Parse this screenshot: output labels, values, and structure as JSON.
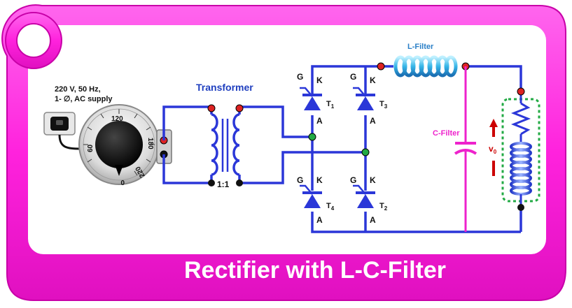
{
  "supply": {
    "line1": "220 V, 50 Hz,",
    "line2": "1- ∅, AC supply"
  },
  "variac_dial": {
    "tick_labels": [
      "120",
      "60",
      "180",
      "0",
      "220"
    ]
  },
  "transformer": {
    "label": "Transformer",
    "ratio": "1:1"
  },
  "thyristors": [
    {
      "gate": "G",
      "cathode": "K",
      "anode": "A",
      "name": "T",
      "sub": "1"
    },
    {
      "gate": "G",
      "cathode": "K",
      "anode": "A",
      "name": "T",
      "sub": "3"
    },
    {
      "gate": "G",
      "cathode": "K",
      "anode": "A",
      "name": "T",
      "sub": "4"
    },
    {
      "gate": "G",
      "cathode": "K",
      "anode": "A",
      "name": "T",
      "sub": "2"
    }
  ],
  "filters": {
    "inductor_label": "L-Filter",
    "capacitor_label": "C-Filter"
  },
  "output": {
    "voltage_symbol": "v",
    "voltage_sub": "0"
  },
  "banner": {
    "title": "Rectifier with L-C-Filter"
  },
  "colors": {
    "frame": "#ff33dd",
    "wire": "#2b37d8",
    "filter_wire": "#ee22cc",
    "inductor_coil": "#3aaee6",
    "load_box": "#22aa44",
    "red_node": "#dd2222",
    "green_node": "#22aa44",
    "arrow": "#cc0000"
  }
}
